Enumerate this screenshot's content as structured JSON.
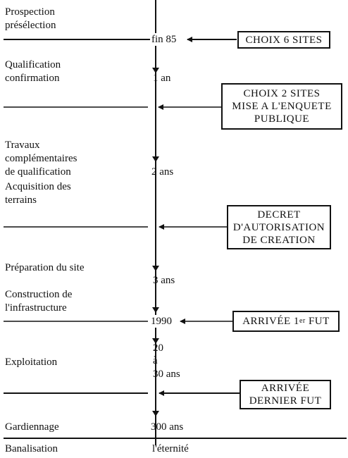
{
  "stages": {
    "s1": {
      "line1": "Prospection",
      "line2": "présélection"
    },
    "s2": {
      "line1": "Qualification",
      "line2": "confirmation"
    },
    "s3": {
      "line1": "Travaux",
      "line2": "complémentaires",
      "line3": "de qualification",
      "line4": "Acquisition des",
      "line5": "terrains"
    },
    "s4": {
      "line1": "Préparation du site"
    },
    "s5": {
      "line1": "Construction de",
      "line2": "l'infrastructure"
    },
    "s6": {
      "line1": "Exploitation"
    },
    "s7": {
      "line1": "Gardiennage"
    },
    "s8": {
      "line1": "Banalisation"
    }
  },
  "timeline": {
    "fin85": "fin 85",
    "un_an": "1 an",
    "deux_ans": "2 ans",
    "trois_ans": "3 ans",
    "y1990": "1990",
    "twenty": "20",
    "a": "à",
    "thirty": "30 ans",
    "trois_cents": "300 ans",
    "eternite": "l'éternité"
  },
  "boxes": {
    "b1": {
      "line1": "CHOIX 6 SITES"
    },
    "b2": {
      "line1": "CHOIX 2 SITES",
      "line2": "MISE A L'ENQUETE",
      "line3": "PUBLIQUE"
    },
    "b3": {
      "line1": "DECRET",
      "line2": "D'AUTORISATION",
      "line3": "DE CREATION"
    },
    "b4": {
      "main": "ARRIVÉE 1",
      "sup": "er",
      "tail": " FUT"
    },
    "b5": {
      "line1": "ARRIVÉE",
      "line2": "DERNIER FUT"
    }
  },
  "colors": {
    "ink": "#111111",
    "background": "#ffffff"
  }
}
